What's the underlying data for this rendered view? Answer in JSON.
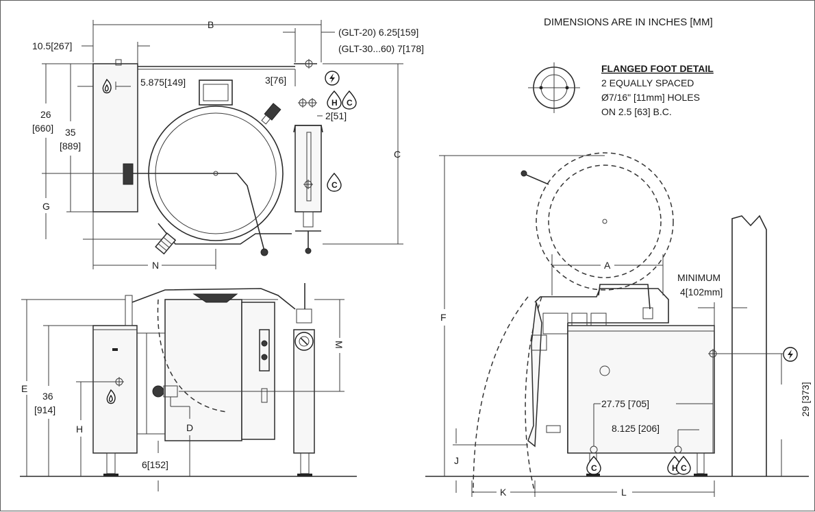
{
  "header": {
    "units_note": "DIMENSIONS ARE IN INCHES [MM]"
  },
  "flanged_foot": {
    "title": "FLANGED FOOT DETAIL",
    "line1": "2 EQUALLY SPACED",
    "line2": "Ø7/16\" [11mm] HOLES",
    "line3": "ON 2.5 [63] B.C."
  },
  "top_view": {
    "dim_b": "B",
    "dim_left_offset": "10.5[267]",
    "dim_glt20": "(GLT-20) 6.25[159]",
    "dim_glt30": "(GLT-30...60) 7[178]",
    "dim_gas_offset": "5.875[149]",
    "dim_3": "3[76]",
    "dim_2": "2[51]",
    "dim_26": "26",
    "dim_26_mm": "[660]",
    "dim_35": "35",
    "dim_35_mm": "[889]",
    "dim_g": "G",
    "dim_n": "N",
    "dim_c": "C"
  },
  "front_view": {
    "dim_e": "E",
    "dim_36": "36",
    "dim_36_mm": "[914]",
    "dim_h": "H",
    "dim_d": "D",
    "dim_m": "M",
    "dim_6": "6[152]"
  },
  "side_view": {
    "dim_f": "F",
    "dim_a": "A",
    "minimum_label": "MINIMUM",
    "minimum_value": "4[102mm]",
    "dim_2775": "27.75 [705]",
    "dim_8125": "8.125 [206]",
    "dim_29": "29 [373]",
    "dim_j": "J",
    "dim_k": "K",
    "dim_l": "L"
  },
  "icons": {
    "electric": "electric-icon",
    "gas": "gas-flame-icon",
    "hot_water": "H",
    "cold_water": "C"
  }
}
